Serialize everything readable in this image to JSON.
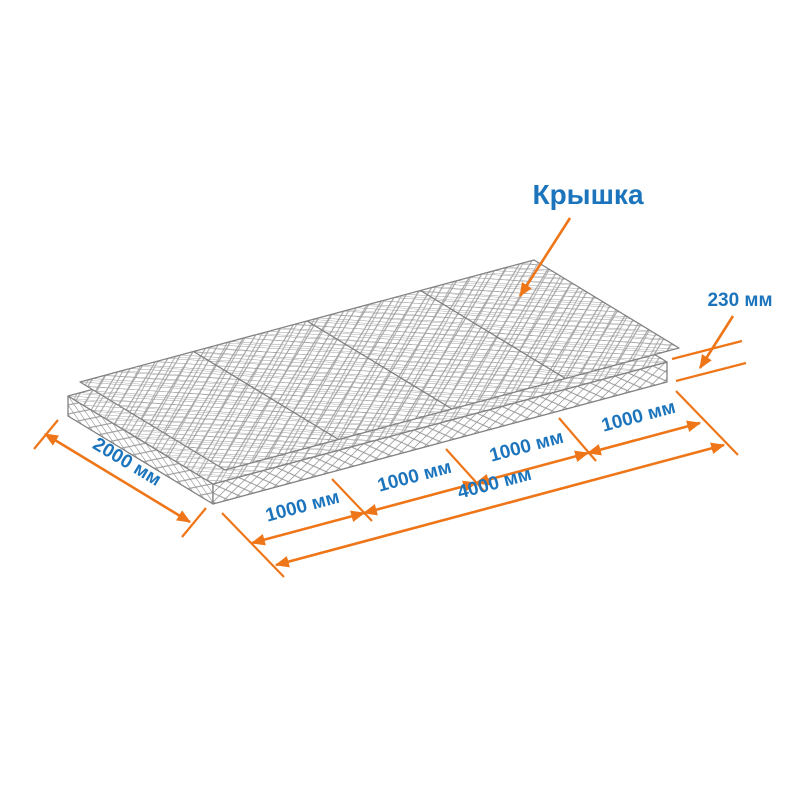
{
  "diagram": {
    "callout": {
      "label": "Крышка"
    },
    "dimensions": {
      "height": "230 мм",
      "width": "2000 мм",
      "length_total": "4000 мм",
      "segments": [
        "1000 мм",
        "1000 мм",
        "1000 мм",
        "1000 мм"
      ]
    },
    "colors": {
      "accent_orange": "#EE7618",
      "label_blue": "#1C75BC",
      "mesh_gray": "#9B9B9B"
    }
  }
}
